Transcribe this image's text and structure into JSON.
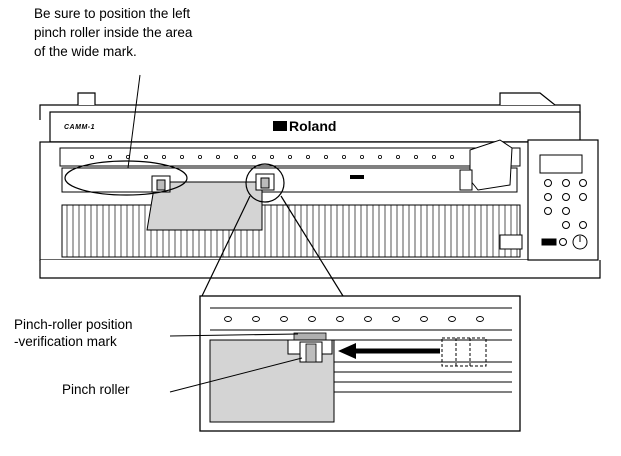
{
  "note": {
    "lines": [
      "Be sure to position the left",
      "pinch roller inside the area",
      "of the wide mark."
    ]
  },
  "labels": {
    "mark_lines": [
      "Pinch-roller position",
      "-verification mark"
    ],
    "pinch_roller": "Pinch roller"
  },
  "device": {
    "brand": "Roland",
    "model": "CAMM-1"
  }
}
